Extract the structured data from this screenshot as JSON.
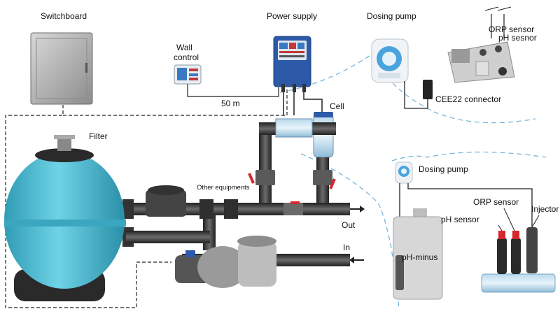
{
  "labels": {
    "switchboard": "Switchboard",
    "power_supply": "Power supply",
    "dosing_pump_top": "Dosing pump",
    "orp_sensor_top": "ORP sensor",
    "ph_sensor_top": "pH sesnor",
    "wall_control_1": "Wall",
    "wall_control_2": "control",
    "distance": "50 m",
    "cell": "Cell",
    "cee22": "CEE22 connector",
    "filter": "Filter",
    "other_equipments": "Other equipments",
    "dosing_pump_bottom": "Dosing pump",
    "orp_sensor_bottom": "ORP sensor",
    "injector": "Injector",
    "ph_sensor_bottom": "pH sensor",
    "out": "Out",
    "in": "In",
    "ph_minus": "pH-minus"
  },
  "colors": {
    "tank_blue": "#46b9cf",
    "pipe_dark": "#3a3a3a",
    "dashed_line": "#78b6d8",
    "device_blue": "#2c5aa8",
    "valve_red": "#d8262d"
  }
}
